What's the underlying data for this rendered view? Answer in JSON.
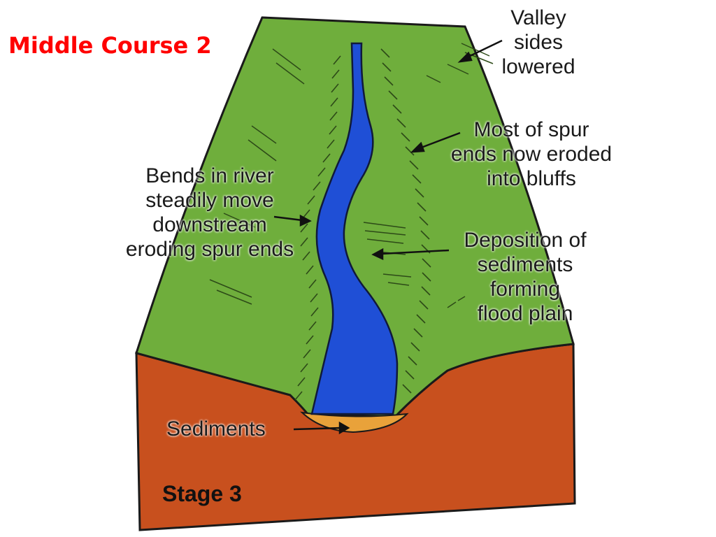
{
  "title": "Middle Course 2",
  "stage": "Stage 3",
  "labels": {
    "valley_sides": [
      "Valley",
      "sides",
      "lowered"
    ],
    "spur_ends": [
      "Most of spur",
      "ends now eroded",
      "into bluffs"
    ],
    "bends": [
      "Bends in river",
      "steadily move",
      "downstream",
      "eroding spur ends"
    ],
    "deposition": [
      "Deposition of",
      "sediments",
      "forming",
      "flood plain"
    ],
    "sediments": "Sediments"
  },
  "colors": {
    "land": "#6fae3c",
    "land_dark": "#4d8a28",
    "rock": "#c8501e",
    "river": "#1f4fd6",
    "sediment": "#e9a23a",
    "title": "#ff0000"
  }
}
